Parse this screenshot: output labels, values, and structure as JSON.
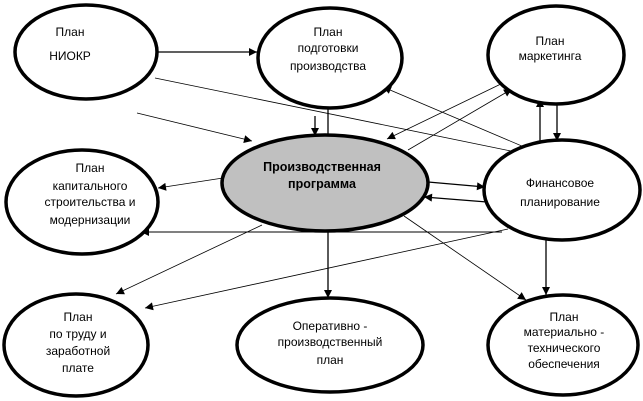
{
  "colors": {
    "central_fill": "#c0c0c0",
    "node_fill": "#ffffff",
    "stroke": "#000000"
  },
  "nodes": {
    "niokr": [
      "План",
      "НИОКР"
    ],
    "podgotovka": [
      "План",
      "подготовки",
      "производства"
    ],
    "marketing": [
      "План",
      "маркетинга"
    ],
    "central": [
      "Производственная",
      "программа"
    ],
    "capital": [
      "План",
      "капитального",
      "строительства и",
      "модернизации"
    ],
    "finance": [
      "Финансовое",
      "планирование"
    ],
    "labor": [
      "План",
      "по труду и",
      "заработной",
      "плате"
    ],
    "operative": [
      "Оперативно  -",
      "производственный",
      "план"
    ],
    "material": [
      "План",
      "материально  -",
      "технического",
      "обеспечения"
    ]
  }
}
